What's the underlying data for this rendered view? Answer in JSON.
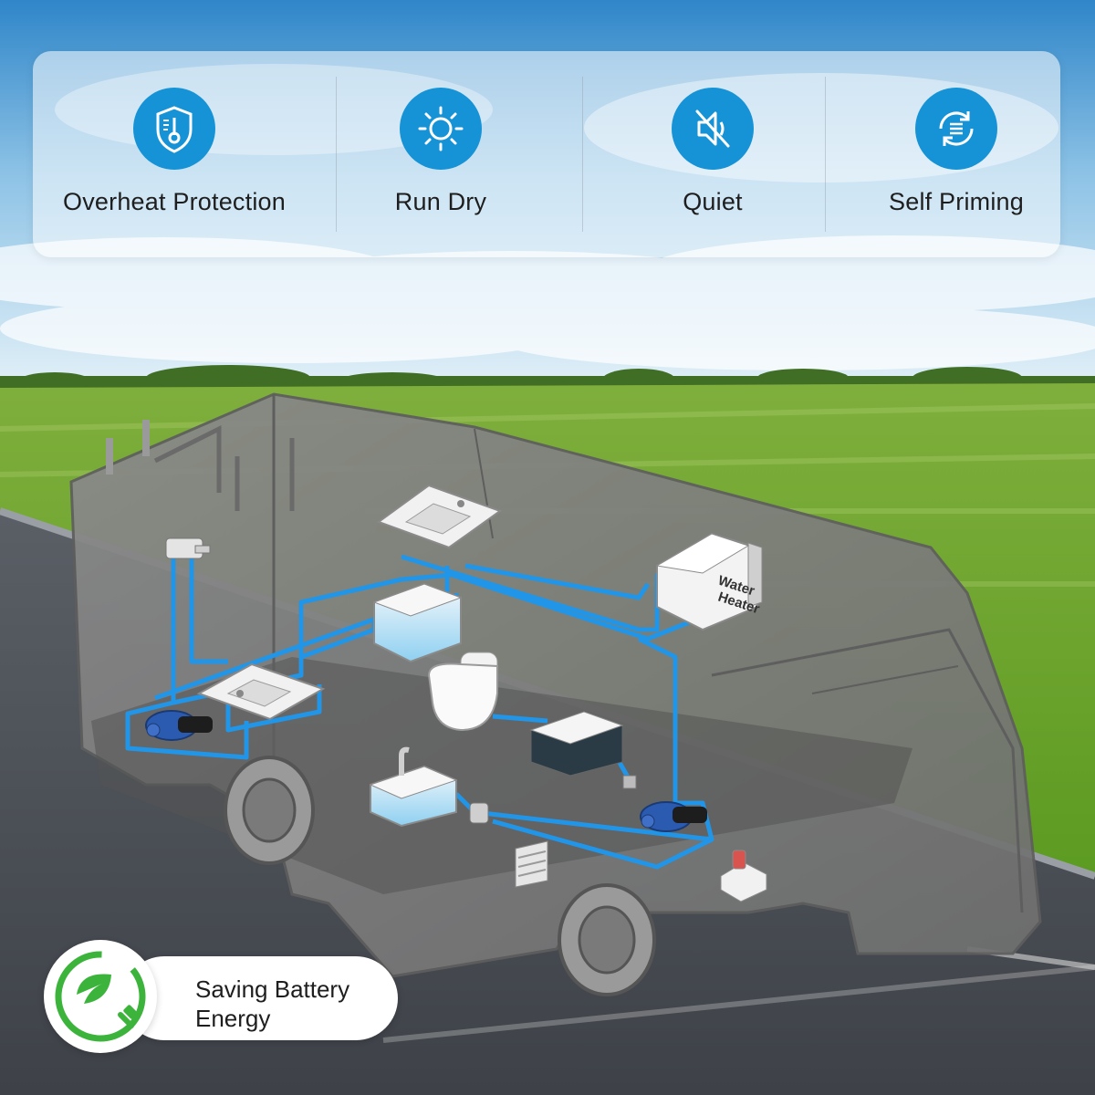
{
  "features": [
    {
      "label": "Overheat Protection",
      "icon": "thermometer-shield-icon"
    },
    {
      "label": "Run Dry",
      "icon": "sun-icon"
    },
    {
      "label": "Quiet",
      "icon": "muted-speaker-icon"
    },
    {
      "label": "Self Priming",
      "icon": "circular-arrows-icon"
    }
  ],
  "diagram": {
    "water_heater_line1": "Water",
    "water_heater_line2": "Heater"
  },
  "energy_badge": {
    "line1": "Saving Battery",
    "line2": "Energy",
    "icon": "eco-leaf-plug-icon"
  },
  "colors": {
    "accent_blue": "#1593d6",
    "pipe_blue": "#2196e8",
    "eco_green": "#3cb43c"
  }
}
